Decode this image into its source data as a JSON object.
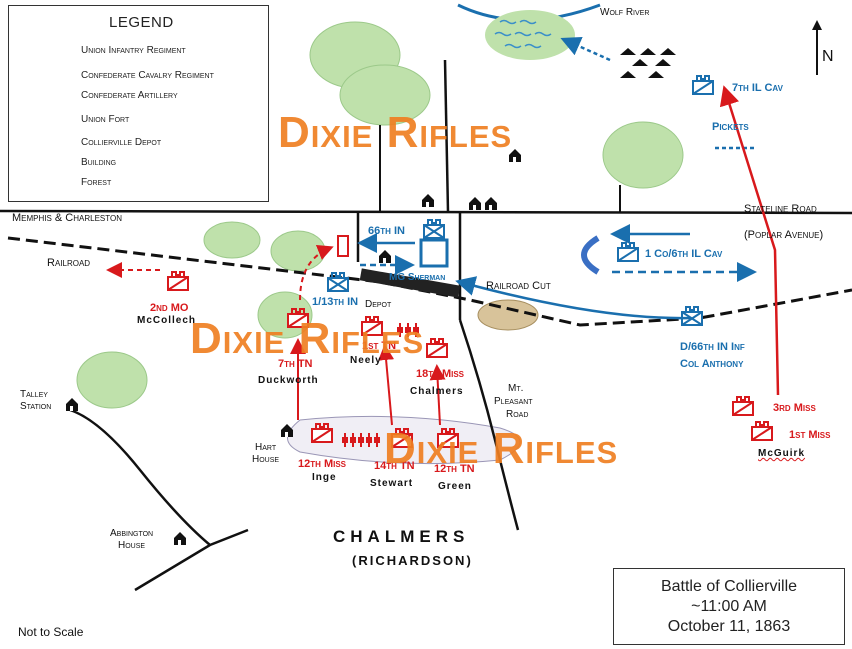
{
  "legend": {
    "title": "LEGEND",
    "items": [
      {
        "label": "Union Infantry Regiment",
        "icon": "union-infantry-icon"
      },
      {
        "label": "Confederate Cavalry Regiment",
        "icon": "confederate-cavalry-icon"
      },
      {
        "label": "Confederate Artillery",
        "icon": "confederate-artillery-icon"
      },
      {
        "label": "Union Fort",
        "icon": "union-fort-icon"
      },
      {
        "label": "Collierville Depot",
        "icon": "depot-icon"
      },
      {
        "label": "Building",
        "icon": "building-icon"
      },
      {
        "label": "Forest",
        "icon": "forest-icon"
      }
    ]
  },
  "colors": {
    "union": "#1a6fae",
    "confederate": "#d8191c",
    "watermark": "#ef7f22",
    "forest": "#bfe1ab"
  },
  "north": "N",
  "watermark": "Dixie Rifles",
  "places": {
    "wolf_river": "Wolf River",
    "memphis_charleston": "Memphis & Charleston",
    "railroad": "Railroad",
    "stateline_road": "Stateline Road",
    "poplar_avenue": "(Poplar Avenue)",
    "railroad_cut": "Railroad Cut",
    "depot": "Depot",
    "talley_station_1": "Talley",
    "talley_station_2": "Station",
    "hart_house_1": "Hart",
    "hart_house_2": "House",
    "mt_pleasant_1": "Mt.",
    "mt_pleasant_2": "Pleasant",
    "mt_pleasant_3": "Road",
    "abbington_1": "Abbington",
    "abbington_2": "House",
    "chalmers_town": "CHALMERS",
    "chalmers_sub": "(RICHARDSON)",
    "not_to_scale": "Not to Scale",
    "pickets": "Pickets",
    "sherman": "MG Sherman"
  },
  "union_units": {
    "il_cav_7": "7th IL Cav",
    "in_66": "66th IN",
    "co_il_cav": "1 Co/6th IL Cav",
    "in_1_13": "1/13th IN",
    "d_66": "D/66th IN Inf",
    "anthony": "Col Anthony"
  },
  "confederate_units": {
    "mo_2": "2nd MO",
    "mccolloch": "McCollech",
    "tn_7": "7th TN",
    "duckworth": "Duckworth",
    "tn_neely": "1st TN",
    "neely": "Neely",
    "miss_18": "18th Miss",
    "chalmers_cmd": "Chalmers",
    "miss_12": "12th Miss",
    "inge": "Inge",
    "tn_14": "14th TN",
    "stewart": "Stewart",
    "tn_12": "12th TN",
    "green": "Green",
    "miss_3": "3rd Miss",
    "miss_1": "1st Miss",
    "mcguirk": "McGuirk"
  },
  "info": {
    "title": "Battle of Collierville",
    "time": "~11:00 AM",
    "date": "October 11, 1863"
  }
}
